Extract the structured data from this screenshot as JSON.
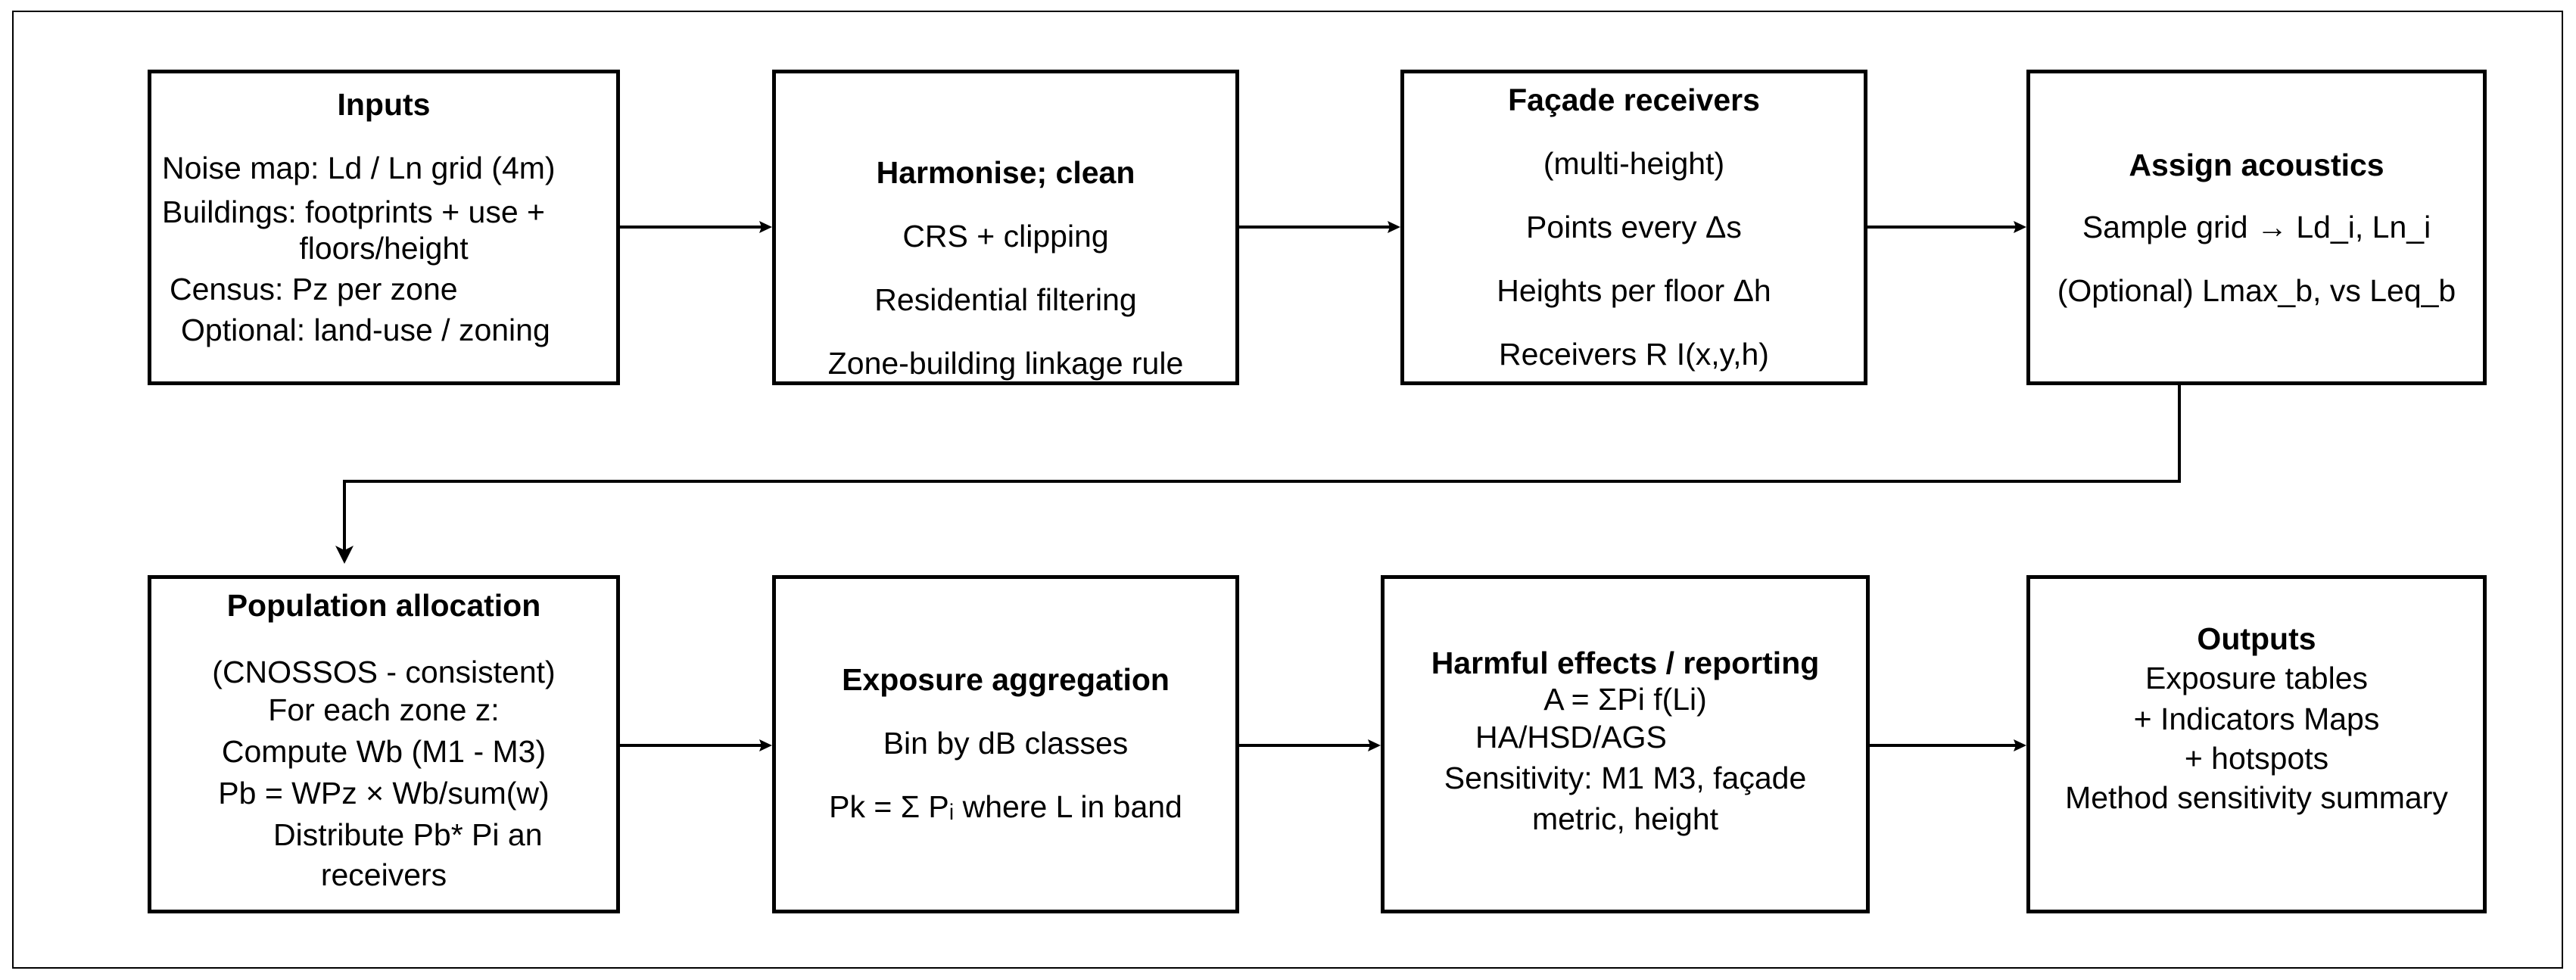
{
  "boxes": {
    "inputs": {
      "title": "Inputs",
      "lines": [
        "Noise map: Ld / Ln grid (4m)",
        "Buildings: footprints + use  +",
        "floors/height",
        "Census: Pz per zone",
        "Optional: land-use / zoning"
      ]
    },
    "harmonise": {
      "title": "Harmonise; clean",
      "lines": [
        "CRS + clipping",
        "Residential filtering",
        "Zone-building linkage rule"
      ]
    },
    "facade": {
      "title": "Façade receivers",
      "lines": [
        "(multi-height)",
        "Points every Δs",
        "Heights per floor Δh",
        "Receivers R I(x,y,h)"
      ]
    },
    "assign": {
      "title": "Assign acoustics",
      "lines": [
        "Sample grid → Ld_i, Ln_i",
        "(Optional) Lmax_b, vs Leq_b"
      ]
    },
    "population": {
      "title": "Population allocation",
      "lines": [
        "(CNOSSOS - consistent)",
        "For each zone z:",
        "Compute Wb (M1 - M3)",
        "Pb = WPz × Wb/sum(w)",
        "Distribute Pb* Pi an",
        "receivers"
      ]
    },
    "exposure": {
      "title": "Exposure aggregation",
      "lines": [
        "Bin by dB classes",
        "Pk = Σ Pᵢ where L in band"
      ]
    },
    "harmful": {
      "title": "Harmful effects / reporting",
      "lines": [
        "A = ΣPi f(Li)",
        "HA/HSD/AGS",
        "Sensitivity: M1 M3, façade",
        "metric, height"
      ]
    },
    "outputs": {
      "title": "Outputs",
      "lines": [
        "Exposure tables",
        "+ Indicators   Maps",
        "+ hotspots",
        "Method  sensitivity summary"
      ]
    }
  }
}
